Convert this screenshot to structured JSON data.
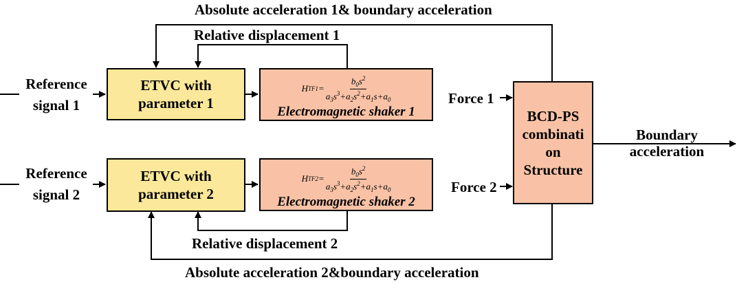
{
  "colors": {
    "etvc_fill": "#fbe89a",
    "shaker_fill": "#f9c2a6",
    "structure_fill": "#f9c2a6",
    "line": "#000000"
  },
  "top_feedback_label": "Absolute acceleration 1& boundary acceleration",
  "bottom_feedback_label": "Absolute acceleration 2&boundary acceleration",
  "rel_disp_1": "Relative displacement 1",
  "rel_disp_2": "Relative displacement 2",
  "ref_signal_1": [
    "Reference",
    "signal 1"
  ],
  "ref_signal_2": [
    "Reference",
    "signal 2"
  ],
  "etvc_1": [
    "ETVC with",
    "parameter 1"
  ],
  "etvc_2": [
    "ETVC with",
    "parameter 2"
  ],
  "shaker_1": {
    "tf_lhs": "H",
    "tf_sub": "TF1",
    "name": "Electromagnetic shaker 1"
  },
  "shaker_2": {
    "tf_lhs": "H",
    "tf_sub": "TF2",
    "name": "Electromagnetic shaker 2"
  },
  "force_1": "Force 1",
  "force_2": "Force 2",
  "structure": [
    "BCD-PS",
    "combinati",
    "on",
    "Structure"
  ],
  "output": [
    "Boundary",
    "acceleration"
  ]
}
